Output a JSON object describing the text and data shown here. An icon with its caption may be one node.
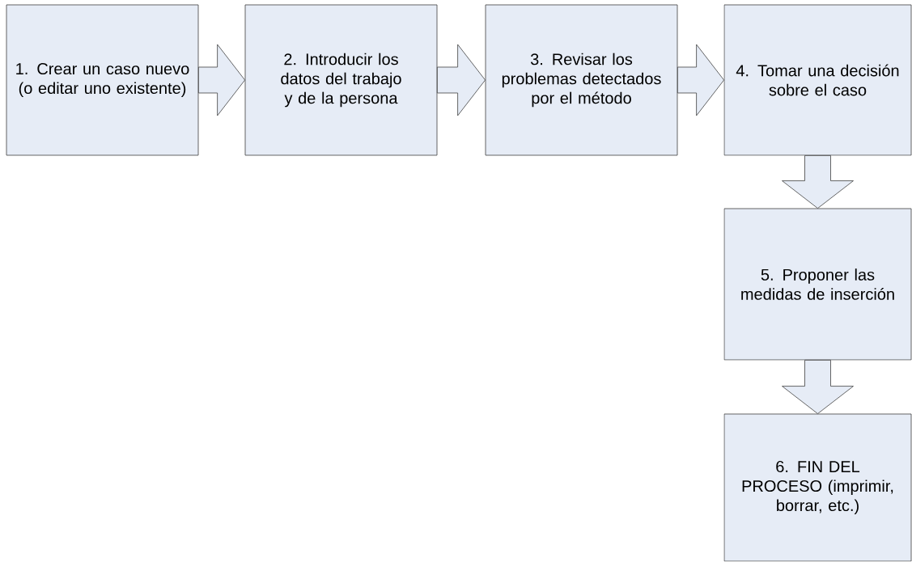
{
  "diagram": {
    "nodes": [
      {
        "text": [
          "1. Crear un caso nuevo (o editar uno existente)"
        ]
      },
      {
        "text": [
          "2. Introducir los datos del trabajo y de la persona"
        ]
      },
      {
        "text": [
          "3. Revisar los problemas detectados por el método"
        ]
      },
      {
        "text": [
          "4. Tomar una decisión sobre el caso"
        ]
      },
      {
        "text": [
          "5. Proponer las medidas de inserción"
        ]
      },
      {
        "text": [
          "6. FIN DEL PROCESO (imprimir, borrar, etc.)"
        ]
      }
    ],
    "edges": [
      {
        "from": 0,
        "to": 1,
        "arrow": "to"
      },
      {
        "from": 1,
        "to": 2,
        "arrow": "to"
      },
      {
        "from": 2,
        "to": 3,
        "arrow": "to"
      },
      {
        "from": 3,
        "to": 4,
        "arrow": "to"
      },
      {
        "from": 4,
        "to": 5,
        "arrow": "to"
      }
    ]
  }
}
